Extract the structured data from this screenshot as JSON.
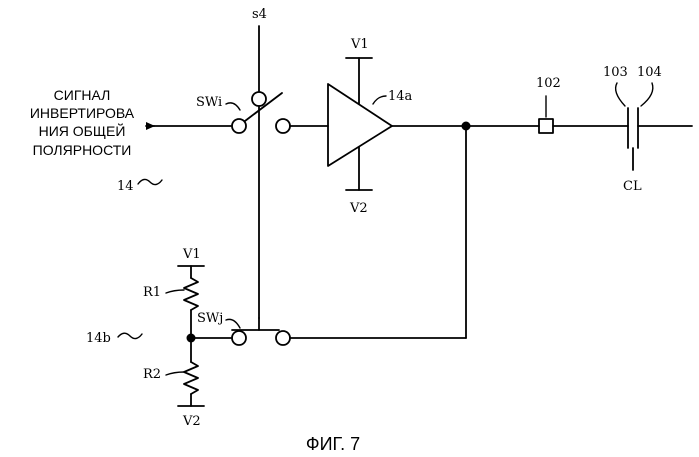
{
  "input_signal": {
    "lines": [
      "СИГНАЛ",
      "ИНВЕРТИРОВА",
      "НИЯ ОБЩЕЙ",
      "ПОЛЯРНОСТИ"
    ]
  },
  "labels": {
    "s4": "s4",
    "swi": "SWi",
    "swj": "SWj",
    "amp": "14a",
    "v1_top": "V1",
    "v2_top": "V2",
    "v1_bottom": "V1",
    "v2_bottom": "V2",
    "r1": "R1",
    "r2": "R2",
    "ref14": "14",
    "ref14b": "14b",
    "ref102": "102",
    "ref103": "103",
    "ref104": "104",
    "cl": "CL"
  },
  "caption": "ФИГ. 7"
}
